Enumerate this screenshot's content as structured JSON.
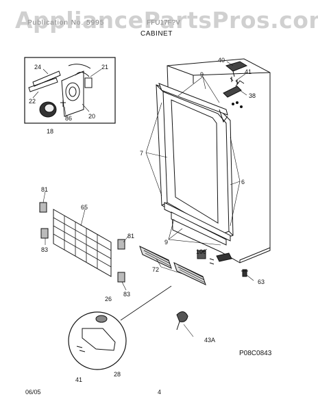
{
  "watermark": "AppliancePartsPros.com",
  "header": {
    "left_text": "Publication No. 5995",
    "right_text": "FFU17F?V",
    "section": "CABINET"
  },
  "figure_id": "P08C0843",
  "footer": {
    "date": "06/05",
    "page": "4"
  },
  "callouts": {
    "p40": "40",
    "p41a": "41",
    "p38": "38",
    "p9a": "9",
    "p21": "21",
    "p24": "24",
    "p22": "22",
    "p86": "86",
    "p20": "20",
    "p18": "18",
    "p7": "7",
    "p6": "6",
    "p81a": "81",
    "p65": "65",
    "p83a": "83",
    "p81b": "81",
    "p83b": "83",
    "p9b": "9",
    "p106": "106",
    "p72": "72",
    "p63": "63",
    "p26": "26",
    "p43a": "43A",
    "p41b": "41",
    "p28": "28"
  }
}
